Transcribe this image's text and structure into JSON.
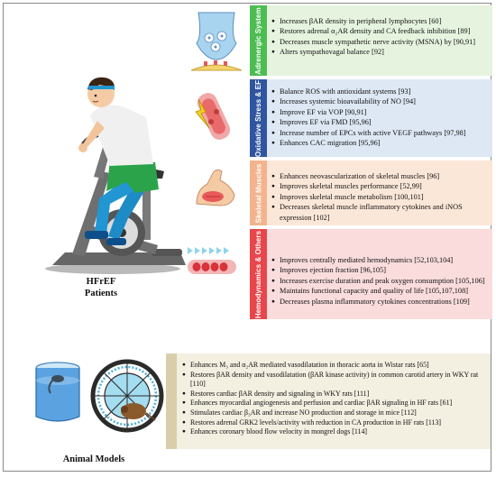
{
  "patients_label": {
    "line1": "HFrEF",
    "line2": "Patients"
  },
  "animal_label": "Animal Models",
  "sections": [
    {
      "tab": "Adrenergic System",
      "color": "#4cbd52",
      "bg": "#e6f4df",
      "items": [
        "Increases βAR density in peripheral lymphocytes [60]",
        "Restores adrenal α₂AR density and CA feedback inhibition [89]",
        "Decreases muscle sympathetic nerve activity (MSNA) by [90,91]",
        "Alters sympathovagal balance [92]"
      ]
    },
    {
      "tab": "Oxidative Stress & EF",
      "color": "#2f55a0",
      "bg": "#dde8f4",
      "items": [
        "Balance ROS with antioxidant systems [93]",
        "Increases systemic bioavailability of NO [94]",
        "Improve EF via VOP [90,91]",
        "Improves EF via FMD [95,96]",
        "Increase number of EPCs with active VEGF pathways [97,98]",
        "Enhances CAC migration [95,96]"
      ]
    },
    {
      "tab": "Skeletal Muscles",
      "color": "#f3b48d",
      "bg": "#fbe7d8",
      "items": [
        "Enhances neovascularization of skeletal muscles [96]",
        "Improves skeletal muscles performance [52,99]",
        "Improves skeletal muscle metabolism [100,101]",
        "Decreases skeletal muscle inflammatory cytokines and iNOS expression [102]"
      ]
    },
    {
      "tab": "Hemodynamics & Others",
      "color": "#e8464b",
      "bg": "#fadcdc",
      "items": [
        "Improves centrally mediated hemodynamics [52,103,104]",
        "Improves ejection fraction [96,105]",
        "Increases exercise duration and peak oxygen consumption [105,106]",
        "Maintains functional capacity and quality of life [105,107,108]",
        "Decreases plasma inflammatory cytokines concentrations [109]"
      ]
    }
  ],
  "animal_section": {
    "color": "#d9ceaa",
    "bg": "#f3efe1",
    "items": [
      "Enhances M₃ and α₂AR mediated vasodilatation in thoracic aorta in Wistar rats [65]",
      "Restores βAR density and vasodilatation (βAR kinase activity) in common carotid artery in WKY rat [110]",
      "Restores cardiac βAR density and signaling in WKY rats [111]",
      "Enhances myocardial angiogenesis and perfusion and cardiac βAR signaling in HF rats [61]",
      "Stimulates cardiac β₃AR and increase NO production and storage in mice [112]",
      "Restores adrenal GRK2 levels/activity with reduction in CA production in HF rats [113]",
      "Enhances coronary blood flow velocity in mongrel dogs [114]"
    ]
  }
}
